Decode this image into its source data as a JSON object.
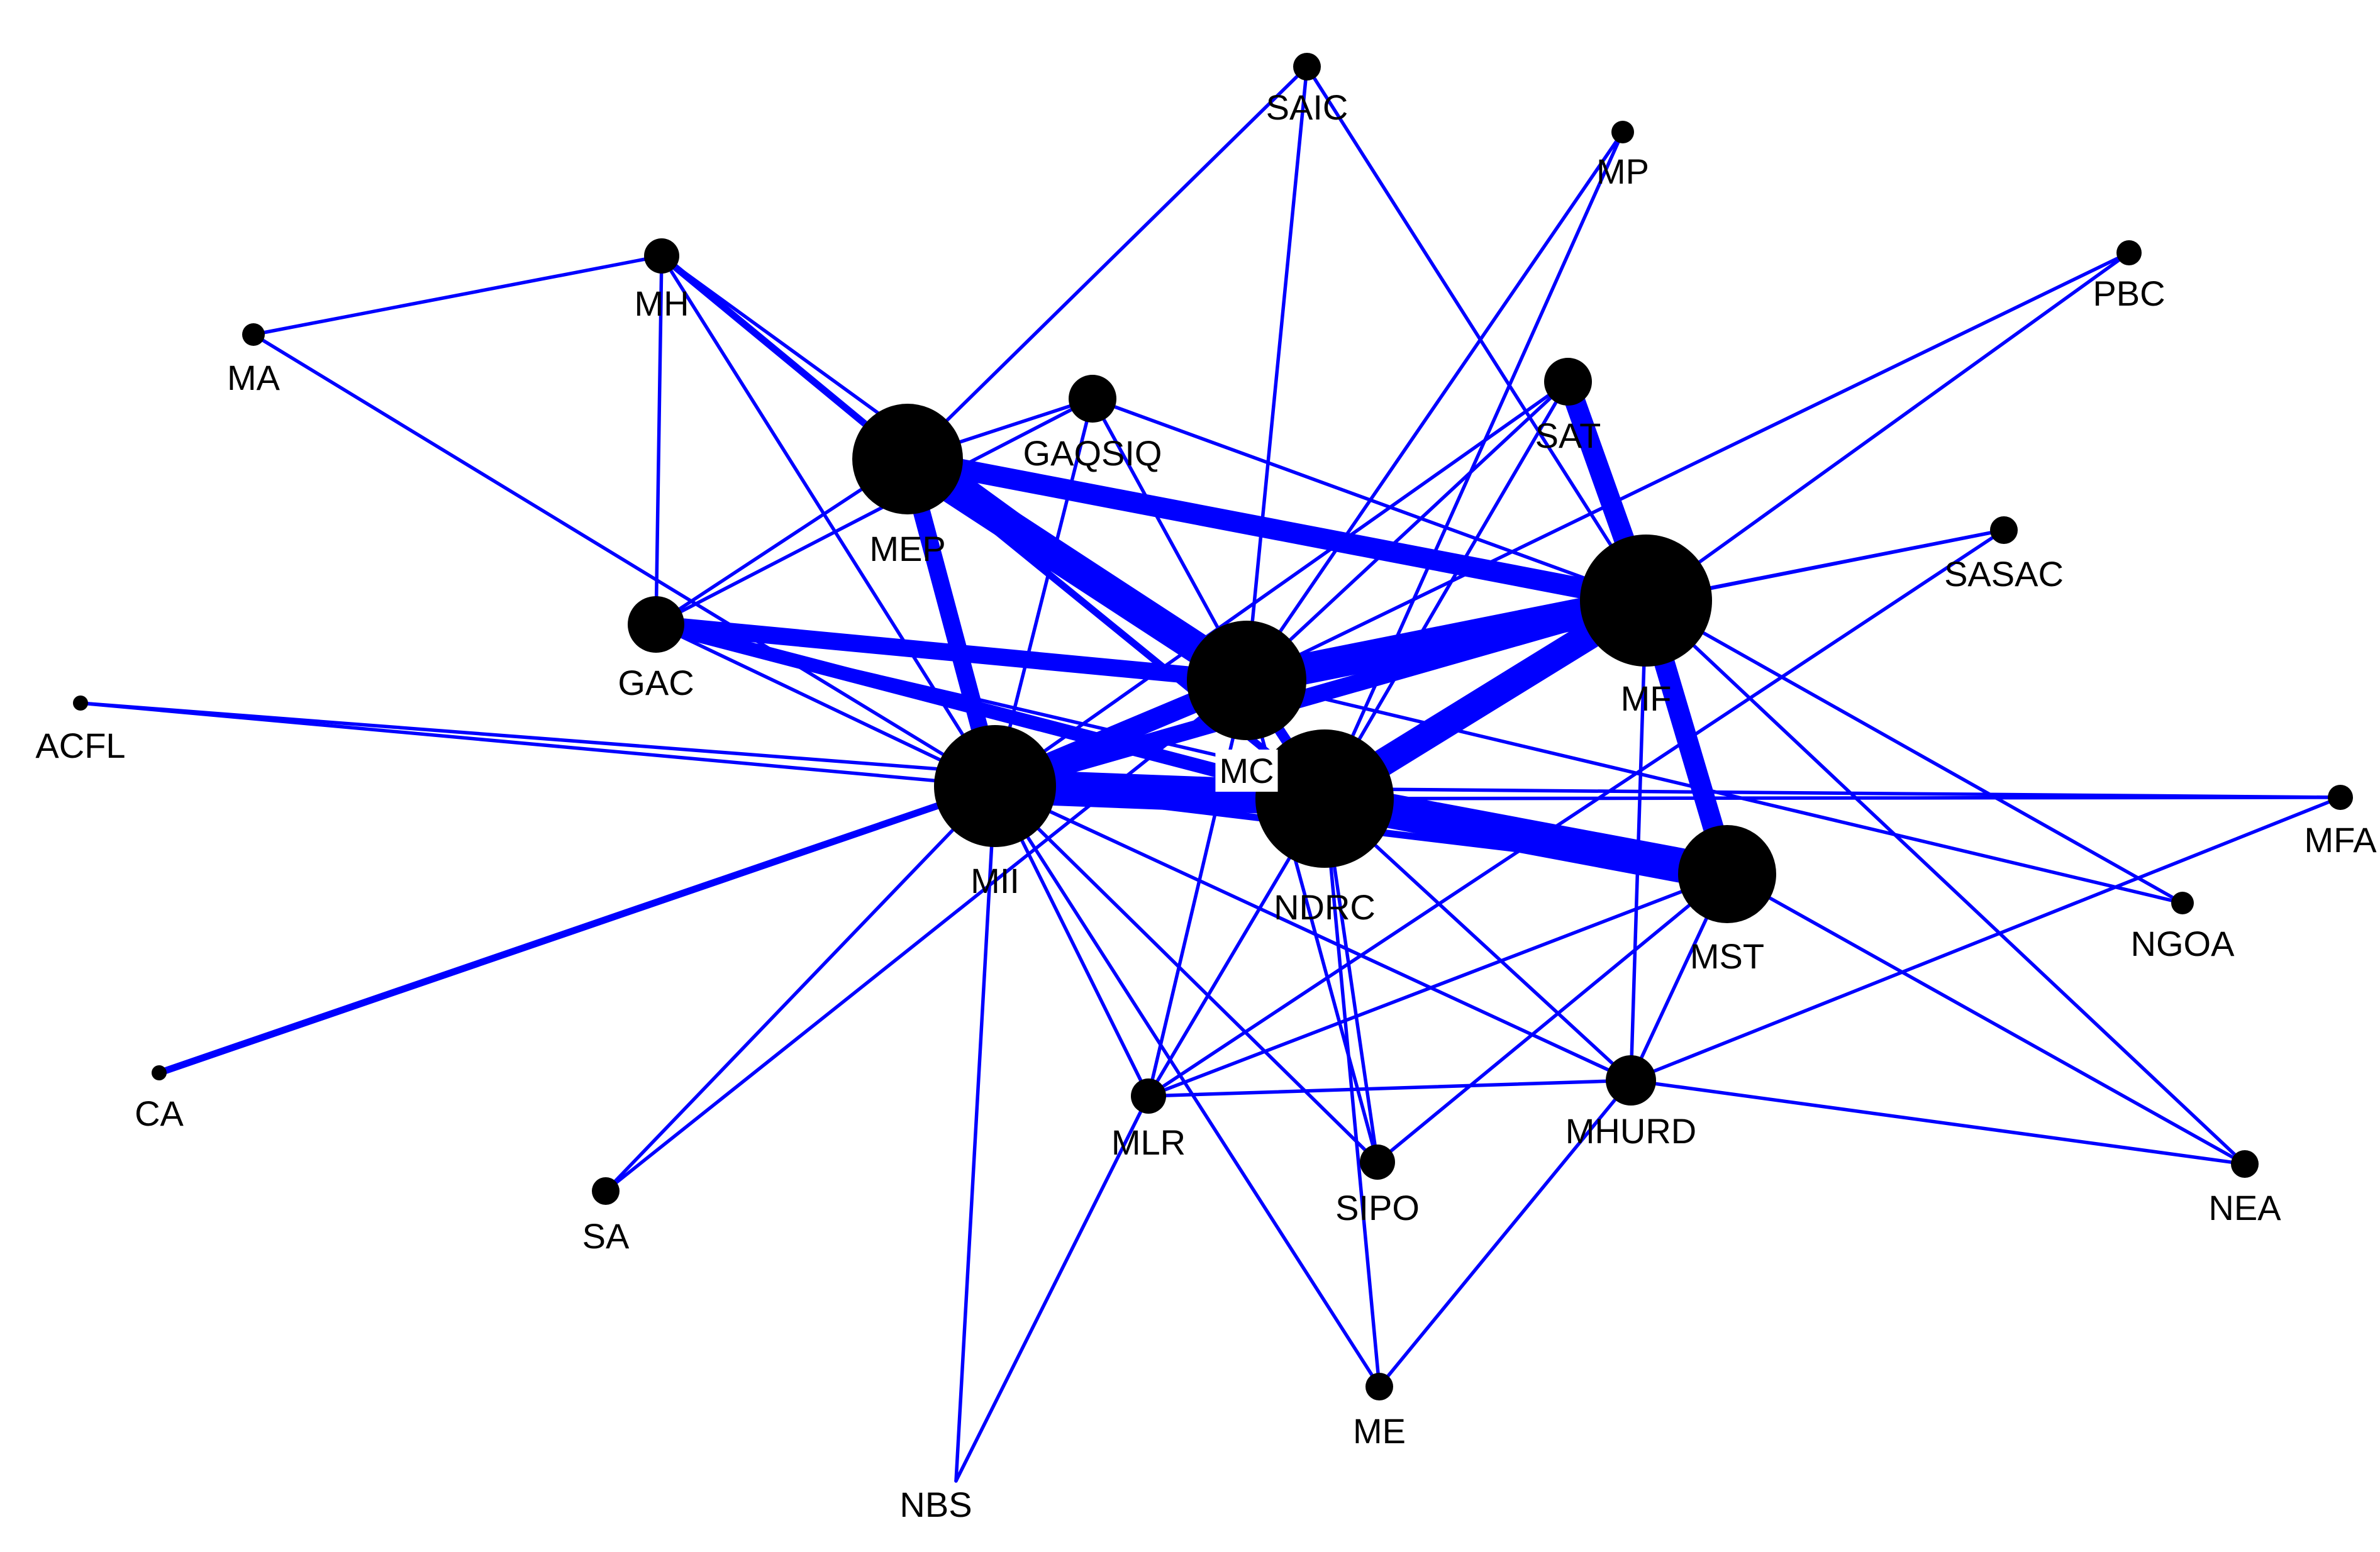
{
  "diagram": {
    "type": "network",
    "edge_color": "#0000ff",
    "node_color": "#000000",
    "label_color": "#000000",
    "nodes": [
      {
        "id": "SAIC",
        "label": "SAIC",
        "size": "small"
      },
      {
        "id": "MP",
        "label": "MP",
        "size": "small"
      },
      {
        "id": "PBC",
        "label": "PBC",
        "size": "small"
      },
      {
        "id": "MH",
        "label": "MH",
        "size": "small"
      },
      {
        "id": "MA",
        "label": "MA",
        "size": "small"
      },
      {
        "id": "GAQSIQ",
        "label": "GAQSIQ",
        "size": "small"
      },
      {
        "id": "SAT",
        "label": "SAT",
        "size": "small"
      },
      {
        "id": "MEP",
        "label": "MEP",
        "size": "large"
      },
      {
        "id": "SASAC",
        "label": "SASAC",
        "size": "small"
      },
      {
        "id": "GAC",
        "label": "GAC",
        "size": "small"
      },
      {
        "id": "MF",
        "label": "MF",
        "size": "large"
      },
      {
        "id": "MC",
        "label": "MC",
        "size": "large"
      },
      {
        "id": "ACFL",
        "label": "ACFL",
        "size": "small"
      },
      {
        "id": "MII",
        "label": "MII",
        "size": "large"
      },
      {
        "id": "NDRC",
        "label": "NDRC",
        "size": "large"
      },
      {
        "id": "MFA",
        "label": "MFA",
        "size": "small"
      },
      {
        "id": "MST",
        "label": "MST",
        "size": "large"
      },
      {
        "id": "NGOA",
        "label": "NGOA",
        "size": "small"
      },
      {
        "id": "CA",
        "label": "CA",
        "size": "small"
      },
      {
        "id": "MLR",
        "label": "MLR",
        "size": "small"
      },
      {
        "id": "MHURD",
        "label": "MHURD",
        "size": "small"
      },
      {
        "id": "SA",
        "label": "SA",
        "size": "small"
      },
      {
        "id": "SIPO",
        "label": "SIPO",
        "size": "small"
      },
      {
        "id": "NEA",
        "label": "NEA",
        "size": "small"
      },
      {
        "id": "ME",
        "label": "ME",
        "size": "small"
      },
      {
        "id": "NBS",
        "label": "NBS",
        "size": "small"
      }
    ],
    "edges": [
      {
        "from": "MEP",
        "to": "MC",
        "weight": 9
      },
      {
        "from": "MEP",
        "to": "MF",
        "weight": 6
      },
      {
        "from": "MEP",
        "to": "MII",
        "weight": 5
      },
      {
        "from": "MEP",
        "to": "NDRC",
        "weight": 2
      },
      {
        "from": "MC",
        "to": "MF",
        "weight": 9
      },
      {
        "from": "MC",
        "to": "MII",
        "weight": 6
      },
      {
        "from": "MC",
        "to": "NDRC",
        "weight": 3
      },
      {
        "from": "MF",
        "to": "MII",
        "weight": 5
      },
      {
        "from": "MF",
        "to": "NDRC",
        "weight": 8
      },
      {
        "from": "MF",
        "to": "MST",
        "weight": 6
      },
      {
        "from": "MF",
        "to": "SAT",
        "weight": 6
      },
      {
        "from": "MII",
        "to": "NDRC",
        "weight": 10
      },
      {
        "from": "NDRC",
        "to": "MST",
        "weight": 10
      },
      {
        "from": "MII",
        "to": "MST",
        "weight": 2
      },
      {
        "from": "GAC",
        "to": "MC",
        "weight": 5
      },
      {
        "from": "GAC",
        "to": "NDRC",
        "weight": 4
      },
      {
        "from": "GAC",
        "to": "MII",
        "weight": 1
      },
      {
        "from": "GAC",
        "to": "MEP",
        "weight": 1
      },
      {
        "from": "GAC",
        "to": "GAQSIQ",
        "weight": 1
      },
      {
        "from": "GAC",
        "to": "MH",
        "weight": 1
      },
      {
        "from": "GAC",
        "to": "MST",
        "weight": 1
      },
      {
        "from": "MH",
        "to": "MA",
        "weight": 1
      },
      {
        "from": "MH",
        "to": "MEP",
        "weight": 2
      },
      {
        "from": "MH",
        "to": "MII",
        "weight": 1
      },
      {
        "from": "MH",
        "to": "MC",
        "weight": 1
      },
      {
        "from": "MA",
        "to": "MII",
        "weight": 1
      },
      {
        "from": "SAIC",
        "to": "MEP",
        "weight": 1
      },
      {
        "from": "SAIC",
        "to": "MC",
        "weight": 1
      },
      {
        "from": "SAIC",
        "to": "MF",
        "weight": 1
      },
      {
        "from": "MP",
        "to": "NDRC",
        "weight": 1
      },
      {
        "from": "MP",
        "to": "MC",
        "weight": 1
      },
      {
        "from": "PBC",
        "to": "MC",
        "weight": 1
      },
      {
        "from": "PBC",
        "to": "MF",
        "weight": 1
      },
      {
        "from": "GAQSIQ",
        "to": "MEP",
        "weight": 1
      },
      {
        "from": "GAQSIQ",
        "to": "MF",
        "weight": 1
      },
      {
        "from": "GAQSIQ",
        "to": "MC",
        "weight": 1
      },
      {
        "from": "GAQSIQ",
        "to": "MII",
        "weight": 1
      },
      {
        "from": "SAT",
        "to": "MC",
        "weight": 1
      },
      {
        "from": "SAT",
        "to": "MII",
        "weight": 1
      },
      {
        "from": "SAT",
        "to": "NDRC",
        "weight": 1
      },
      {
        "from": "SASAC",
        "to": "MF",
        "weight": 1
      },
      {
        "from": "SASAC",
        "to": "MC",
        "weight": 1
      },
      {
        "from": "SASAC",
        "to": "MLR",
        "weight": 1
      },
      {
        "from": "ACFL",
        "to": "MII",
        "weight": 1
      },
      {
        "from": "ACFL",
        "to": "NDRC",
        "weight": 1
      },
      {
        "from": "CA",
        "to": "MII",
        "weight": 2
      },
      {
        "from": "SA",
        "to": "MII",
        "weight": 1
      },
      {
        "from": "SA",
        "to": "MC",
        "weight": 1
      },
      {
        "from": "MFA",
        "to": "NDRC",
        "weight": 1
      },
      {
        "from": "MFA",
        "to": "MII",
        "weight": 1
      },
      {
        "from": "MFA",
        "to": "MHURD",
        "weight": 1
      },
      {
        "from": "NGOA",
        "to": "MF",
        "weight": 1
      },
      {
        "from": "NGOA",
        "to": "MC",
        "weight": 1
      },
      {
        "from": "NEA",
        "to": "MF",
        "weight": 1
      },
      {
        "from": "NEA",
        "to": "MST",
        "weight": 1
      },
      {
        "from": "NEA",
        "to": "MHURD",
        "weight": 1
      },
      {
        "from": "MLR",
        "to": "MII",
        "weight": 1
      },
      {
        "from": "MLR",
        "to": "MHURD",
        "weight": 1
      },
      {
        "from": "MLR",
        "to": "MC",
        "weight": 1
      },
      {
        "from": "MLR",
        "to": "MST",
        "weight": 1
      },
      {
        "from": "MLR",
        "to": "NDRC",
        "weight": 1
      },
      {
        "from": "MHURD",
        "to": "MII",
        "weight": 1
      },
      {
        "from": "MHURD",
        "to": "NDRC",
        "weight": 1
      },
      {
        "from": "MHURD",
        "to": "MST",
        "weight": 1
      },
      {
        "from": "MHURD",
        "to": "MF",
        "weight": 1
      },
      {
        "from": "MHURD",
        "to": "ME",
        "weight": 1
      },
      {
        "from": "SIPO",
        "to": "NDRC",
        "weight": 1
      },
      {
        "from": "SIPO",
        "to": "MII",
        "weight": 1
      },
      {
        "from": "SIPO",
        "to": "MST",
        "weight": 1
      },
      {
        "from": "SIPO",
        "to": "MC",
        "weight": 1
      },
      {
        "from": "ME",
        "to": "NDRC",
        "weight": 1
      },
      {
        "from": "ME",
        "to": "MII",
        "weight": 1
      },
      {
        "from": "NBS",
        "to": "MLR",
        "weight": 1
      },
      {
        "from": "NBS",
        "to": "MII",
        "weight": 1
      }
    ]
  }
}
